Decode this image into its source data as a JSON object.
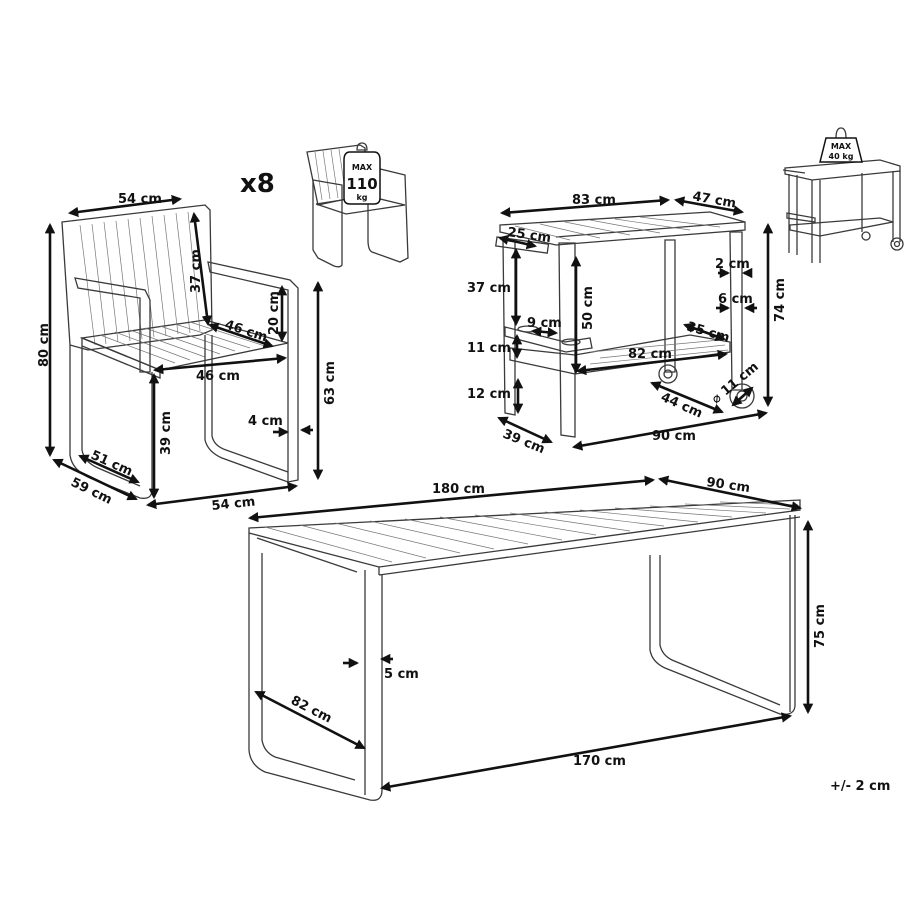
{
  "chair": {
    "quantity": "x8",
    "max_load": {
      "line1": "MAX",
      "line2": "110",
      "line3": "kg"
    },
    "dims": {
      "back_width": "54 cm",
      "total_height": "80 cm",
      "back_height": "37 cm",
      "armrest_height": "20 cm",
      "seat_depth_inner": "46 cm",
      "seat_width": "46 cm",
      "arm_height": "63 cm",
      "leg_width": "4 cm",
      "seat_height": "39 cm",
      "base_depth_inner": "51 cm",
      "total_depth": "59 cm",
      "total_width": "54 cm"
    }
  },
  "cart": {
    "max_load": {
      "line1": "MAX",
      "line2": "40 kg"
    },
    "dims": {
      "top_length": "83 cm",
      "top_depth": "47 cm",
      "handle": "25 cm",
      "side_shelf_gap": "37 cm",
      "cup_hole": "9 cm",
      "side_shelf_to_shelf": "11 cm",
      "bottom_clearance": "12 cm",
      "leg_height": "50 cm",
      "leg_thickness_a": "2 cm",
      "leg_thickness_b": "6 cm",
      "total_height": "74 cm",
      "shelf_depth": "35 cm",
      "shelf_length": "82 cm",
      "wheel_diameter": "⌀ 11 cm",
      "wheelbase": "44 cm",
      "depth": "39 cm",
      "total_width": "90 cm"
    }
  },
  "table": {
    "dims": {
      "length": "180 cm",
      "width": "90 cm",
      "height": "75 cm",
      "leg_thickness": "5 cm",
      "leg_depth": "82 cm",
      "inner_length": "170 cm"
    }
  },
  "tolerance": "+/- 2 cm"
}
